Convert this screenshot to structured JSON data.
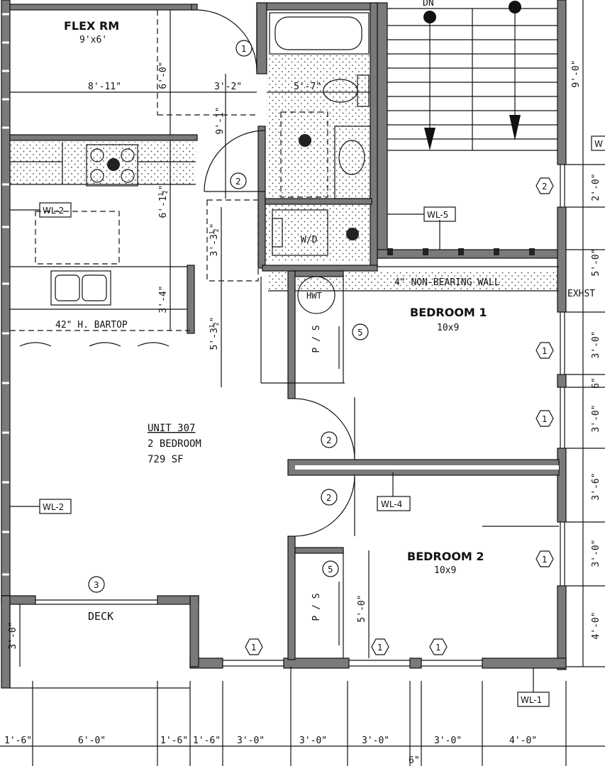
{
  "rooms": {
    "flex_name": "FLEX RM",
    "flex_size": "9'x6'",
    "bedroom1_name": "BEDROOM 1",
    "bedroom1_size": "10x9",
    "bedroom2_name": "BEDROOM 2",
    "bedroom2_size": "10x9",
    "deck_name": "DECK",
    "bartop": "42\" H. BARTOP",
    "nonbearing_wall": "4\" NON-BEARING WALL",
    "washer_dryer": "W/D",
    "water_heater": "HWT",
    "pipe_shaft": "P / S",
    "stair_dn": "DN",
    "exhaust": "EXHST"
  },
  "unit": {
    "label": "UNIT 307",
    "bedrooms": "2 BEDROOM",
    "area": "729 SF"
  },
  "wall_tags": {
    "wl1": "WL-1",
    "wl2": "WL-2",
    "wl4": "WL-4",
    "wl5": "WL-5",
    "w": "W"
  },
  "markers": {
    "door1": "1",
    "door2": "2",
    "door3": "3",
    "door5": "5",
    "win1": "1",
    "win2": "2"
  },
  "dimensions": {
    "flex_width": "8'-11\"",
    "flex_depth": "6'-0\"",
    "hall_width": "3'-2\"",
    "bath_width": "5'-7\"",
    "bath_depth": "9'-1\"",
    "kitchen_depth": "6'-1½\"",
    "bar_depth": "3'-4\"",
    "closet_width": "3'-3½\"",
    "closet_depth": "5'-3½\"",
    "bed2_closet": "5'-0\"",
    "deck_depth": "3'-0\"",
    "stair_depth": "9'-0\"",
    "right_2_0": "2'-0\"",
    "right_5_0": "5'-0\"",
    "right_3_0a": "3'-0\"",
    "right_6": "6\"",
    "right_3_0b": "3'-0\"",
    "right_3_6": "3'-6\"",
    "right_3_0c": "3'-0\"",
    "right_4_0": "4'-0\"",
    "bot_1_6a": "1'-6\"",
    "bot_6_0": "6'-0\"",
    "bot_1_6b": "1'-6\"",
    "bot_1_6c": "1'-6\"",
    "bot_3_0a": "3'-0\"",
    "bot_3_0b": "3'-0\"",
    "bot_3_0c": "3'-0\"",
    "bot_3_0d": "3'-0\"",
    "bot_4_0": "4'-0\"",
    "bot_6": "6\""
  },
  "colors": {
    "wall_fill": "#7a7a7a",
    "line": "#111111",
    "background": "#ffffff"
  }
}
